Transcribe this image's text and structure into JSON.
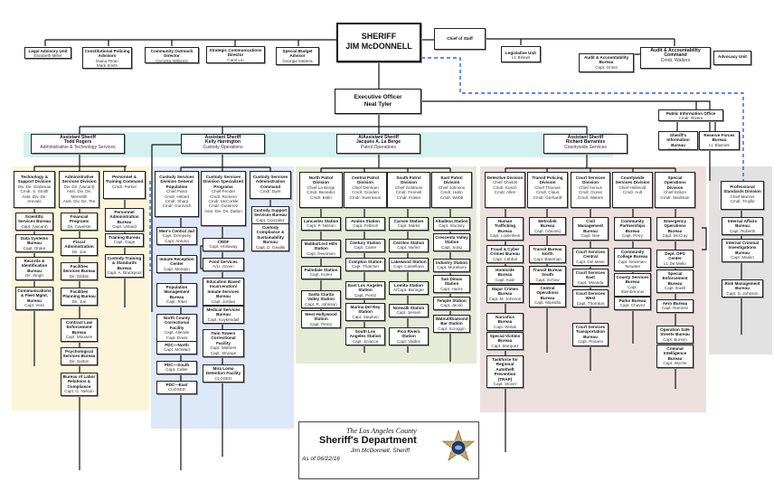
{
  "colors": {
    "admin_panel": "#fdf5d9",
    "custody_panel": "#dde8f8",
    "patrol_panel": "#e6ebd8",
    "countywide_panel": "#ece0de",
    "standards_panel": "#e2e2e2",
    "assistant_band": "#d4f1f0",
    "dotted_line": "#2563eb"
  },
  "sheriff": {
    "title": "SHERIFF",
    "name": "JIM McDONNELL"
  },
  "chief_of_staff": {
    "title": "Chief of Staff"
  },
  "advisors": [
    {
      "title": "Legal Advisory Unit",
      "people": [
        "Elizabeth Miller"
      ]
    },
    {
      "title": "Constitutional Policing Advisors",
      "people": [
        "Diana Teran",
        "Mark Smith"
      ]
    },
    {
      "title": "Community Outreach Director",
      "people": [
        "Gymeka Williams"
      ]
    },
    {
      "title": "Strategic Communications Director",
      "people": [
        "Carol Lin"
      ]
    },
    {
      "title": "Special Budget Advisor",
      "people": [
        "Georgia Mattera"
      ]
    }
  ],
  "staff_units": {
    "legislative": {
      "title": "Legislative Unit",
      "people": [
        "Lt. Bilowit"
      ]
    },
    "audit_bureau": {
      "title": "Audit & Accountability Bureau",
      "people": [
        "Capt. Gross"
      ]
    },
    "audit_command": {
      "title": "Audit & Accountability Command",
      "people": [
        "Cmdr. Walters"
      ]
    },
    "advocacy": {
      "title": "Advocacy Unit",
      "people": []
    }
  },
  "executive_officer": {
    "title": "Executive Officer",
    "name": "Neal Tyler"
  },
  "public_info": {
    "office": {
      "title": "Public Information Office",
      "people": [
        "Cmdr. Rivera"
      ]
    },
    "info_bureau": {
      "title": "Sheriff's Information Bureau",
      "people": [
        "Capt. Reed"
      ]
    },
    "reserve": {
      "title": "Reserve Forces Bureau",
      "people": [
        "Lt. Blasnek"
      ]
    }
  },
  "assistant_sheriffs": [
    {
      "title": "Assistant Sheriff",
      "name": "Todd Rogers",
      "area": "Administrative & Technology Services"
    },
    {
      "title": "Assistant Sheriff",
      "name": "Kelly Harrington",
      "area": "Custody Operations"
    },
    {
      "title": "A/Assistant Sheriff",
      "name": "Jacques A. La Berge",
      "area": "Patrol Operations"
    },
    {
      "title": "Assistant Sheriff",
      "name": "Richard Barrantes",
      "area": "Countywide Services"
    }
  ],
  "admin": {
    "columns": [
      {
        "head": {
          "title": "Technology & Support Division",
          "people": [
            "Div. Dir. Gialamas",
            "Cmdr. S. Smith",
            "Asst. Div. Dir. Arevalo"
          ]
        },
        "units": [
          {
            "title": "Scientific Services Bureau",
            "people": [
              "Capt. (Vacant)"
            ]
          },
          {
            "title": "Data Systems Bureau",
            "people": [
              "Capt. Drake"
            ]
          },
          {
            "title": "Records & Identification Bureau",
            "people": [
              "Dir. Singh"
            ]
          },
          {
            "title": "Communications & Fleet Mgmt. Bureau",
            "people": [
              "Capt. Vera"
            ]
          }
        ]
      },
      {
        "head": {
          "title": "Administrative Services Division",
          "people": [
            "Div. Dir. (Vacant)",
            "Asst. Div. Dir. Meredith",
            "Asst. Div. Dir. Tse"
          ]
        },
        "units": [
          {
            "title": "Financial Programs",
            "people": [
              "Dir. Cavelste"
            ]
          },
          {
            "title": "Fiscal Administration",
            "people": [
              "Dir. Joe"
            ]
          },
          {
            "title": "Facilities Services Bureau",
            "people": [
              "Dir. Dibble"
            ]
          },
          {
            "title": "Facilities Planning Bureau",
            "people": [
              "Dir. Jue"
            ]
          },
          {
            "title": "Contract Law Enforcement Bureau",
            "people": [
              "Capt. Mouwen"
            ]
          },
          {
            "title": "Psychological Services Bureau",
            "people": [
              "Dir. Sutton"
            ]
          },
          {
            "title": "Bureau of Labor Relations & Compliance",
            "people": [
              "Capt. G. Nelson"
            ]
          }
        ]
      },
      {
        "head": {
          "title": "Personnel & Training Command",
          "people": [
            "Cmdr. Parker"
          ]
        },
        "units": [
          {
            "title": "Personnel Administration Bureau",
            "people": [
              "Capt. Unland"
            ]
          },
          {
            "title": "Training Bureau",
            "people": [
              "Capt. Gage"
            ]
          },
          {
            "title": "Custody Training & Standards Bureau",
            "people": [
              "Capt. A. Brackpool"
            ]
          }
        ]
      }
    ]
  },
  "custody": {
    "columns": [
      {
        "head": {
          "title": "Custody Services Division General Population",
          "people": [
            "Chief Parra",
            "Cmdr. Hebert",
            "Cmdr. Sharp",
            "Cmdr. Gurovich"
          ]
        },
        "units": [
          {
            "title": "Men's Central Jail",
            "people": [
              "Capt. Dempsey",
              "Capt. Antuna"
            ]
          },
          {
            "title": "Inmate Reception Center",
            "people": [
              "Capt. Morejon"
            ]
          },
          {
            "title": "Population Management Bureau",
            "people": [
              "Capt. Toker"
            ]
          },
          {
            "title": "North County Correctional Facility",
            "people": [
              "Capt. Allende",
              "Capt. Davis"
            ]
          },
          {
            "title": "PDC—North",
            "people": [
              "Capt. McWaid"
            ]
          },
          {
            "title": "PDC—South",
            "people": [
              "Capt. Caller"
            ]
          },
          {
            "title": "PDC—East",
            "people": [
              "CLOSED"
            ]
          }
        ]
      },
      {
        "head": {
          "title": "Custody Services Division Specialized Programs",
          "people": [
            "Chief Fender",
            "Cmdr. Romero",
            "Cmdr. McCorkle",
            "Cmdr. Gutierrez",
            "Asst. Div. Dir. Dalton"
          ]
        },
        "units": [
          {
            "title": "CRDF",
            "people": [
              "Capt. Holloway"
            ]
          },
          {
            "title": "Food Services",
            "people": [
              "A/Lt. Green"
            ]
          },
          {
            "title": "Education Based Incarceration/ Inmate Services Bureau",
            "people": [
              "Capt. Jordan"
            ]
          },
          {
            "title": "Medical Services Bureau",
            "people": [
              "Capt. Kuykendall"
            ]
          },
          {
            "title": "Twin Towers Correctional Facility",
            "people": [
              "Capt. Mathers",
              "Capt. Strange"
            ]
          },
          {
            "title": "Mira Loma Detention Facility",
            "people": [
              "CLOSED"
            ]
          }
        ]
      },
      {
        "head": {
          "title": "Custody Services Administration Command",
          "people": [
            "Cmdr. Dyer"
          ]
        },
        "units": [
          {
            "title": "Custody Support Services Bureau",
            "people": [
              "Capt. Gonzalez"
            ]
          },
          {
            "title": "Custody Compliance & Sustainability Bureau",
            "people": [
              "Capt. D. Geallis"
            ]
          }
        ]
      }
    ]
  },
  "patrol": {
    "columns": [
      {
        "head": {
          "title": "North Patrol Division",
          "people": [
            "Chief La Berge",
            "Cmdr. Benedict",
            "Cmdr. Bolin"
          ]
        },
        "units": [
          {
            "title": "Lancaster Station",
            "people": [
              "Capt. P. Nelson"
            ]
          },
          {
            "title": "Malibu/Lost Hills Station",
            "people": [
              "Capt. Devorsen"
            ]
          },
          {
            "title": "Palmdale Station",
            "people": [
              "Capt. Kneer"
            ]
          },
          {
            "title": "Santa Clarita Valley Station",
            "people": [
              "Capt. R. Johnson"
            ]
          },
          {
            "title": "West Hollywood Station",
            "people": [
              "Capt. Perez"
            ]
          }
        ]
      },
      {
        "head": {
          "title": "Central Patrol Division",
          "people": [
            "Chief Denham",
            "Cmdr. Gooden",
            "Cmdr. Swensson"
          ]
        },
        "units": [
          {
            "title": "Avalon Station",
            "people": [
              "Capt. Felbroll"
            ]
          },
          {
            "title": "Century Station",
            "people": [
              "Capt. Carter"
            ]
          },
          {
            "title": "Compton Station",
            "people": [
              "Capt. Thatcher"
            ]
          },
          {
            "title": "East Los Angeles Station",
            "people": [
              "Capt. Perez"
            ]
          },
          {
            "title": "Marina Del Rey Station",
            "people": [
              "Capt. Stephen"
            ]
          },
          {
            "title": "South Los Angeles Station",
            "people": [
              "Capt. Sciacca"
            ]
          }
        ]
      },
      {
        "head": {
          "title": "South Patrol Division",
          "people": [
            "Chief Goldman",
            "Cmdr. Fennell",
            "Cmdr. Fraser"
          ]
        },
        "units": [
          {
            "title": "Carson Station",
            "people": [
              "Capt. Marks"
            ]
          },
          {
            "title": "Cerritos Station",
            "people": [
              "Capt. Nuñez"
            ]
          },
          {
            "title": "Lakewood Station",
            "people": [
              "Capt. Castellano"
            ]
          },
          {
            "title": "Lomita Station",
            "people": [
              "A/Capt. Beringer"
            ]
          },
          {
            "title": "Norwalk Station",
            "people": [
              "Capt. Jensen"
            ]
          },
          {
            "title": "Pico Rivera Station",
            "people": [
              "Capt. Valdez"
            ]
          }
        ]
      },
      {
        "head": {
          "title": "East Patrol Division",
          "people": [
            "Chief Johnson",
            "Cmdr. Hahn",
            "Cmdr. Webb"
          ]
        },
        "units": [
          {
            "title": "Altadena Station",
            "people": [
              "Capt. Stuckey"
            ]
          },
          {
            "title": "Crescenta Valley Station",
            "people": [
              "Capt. Song"
            ]
          },
          {
            "title": "Industry Station",
            "people": [
              "Capt. Murakami"
            ]
          },
          {
            "title": "San Dimas Station",
            "people": [
              "Capt. Harris"
            ]
          },
          {
            "title": "Temple Station",
            "people": [
              "Capt. Jacob"
            ]
          },
          {
            "title": "Walnut/Diamond Bar Station",
            "people": [
              "Capt. Scroggin"
            ]
          }
        ]
      }
    ]
  },
  "countywide": {
    "columns": [
      {
        "head": {
          "title": "Detective Division",
          "people": [
            "Chief Shields",
            "Cmdr. Kusch",
            "Cmdr. Allen"
          ]
        },
        "units": [
          {
            "title": "Human Trafficking Bureau",
            "people": [
              "Capt. Lodenhein"
            ]
          },
          {
            "title": "Fraud & Cyber Crimes Bureau",
            "people": [
              "Capt. Cahhal"
            ]
          },
          {
            "title": "Homicide Bureau",
            "people": [
              "Capt. Katz"
            ]
          },
          {
            "title": "Major Crimes Bureau",
            "people": [
              "Capt. M. Johnson"
            ]
          },
          {
            "title": "Narcotics Bureau",
            "people": [
              "Capt. Wolak"
            ]
          },
          {
            "title": "Special Victims Bureau",
            "people": [
              "Capt. Marquez"
            ]
          },
          {
            "title": "Taskforce for Regional Autotheft Prevention (TRAP)",
            "people": [
              "Capt. Stover"
            ]
          }
        ]
      },
      {
        "head": {
          "title": "Transit Policing Division",
          "people": [
            "Chief Thomas",
            "Cmdr. Claus",
            "Cmdr. Gerhardt"
          ]
        },
        "units": [
          {
            "title": "Metrolink Bureau",
            "people": [
              "Capt. (Vacant)"
            ]
          },
          {
            "title": "Transit Bureau North",
            "people": [
              "Capt. Bateman"
            ]
          },
          {
            "title": "Transit Bureau South",
            "people": [
              "Capt. Schow"
            ]
          },
          {
            "title": "Central Operations Bureau",
            "people": [
              "Capt. Mansilla"
            ]
          }
        ]
      },
      {
        "head": {
          "title": "Court Services Division",
          "people": [
            "Chief Asmus",
            "Cmdr. Goran",
            "Cmdr. Waters"
          ]
        },
        "units": [
          {
            "title": "Civil Management Bureau",
            "people": [
              "Capt. Nee"
            ]
          },
          {
            "title": "Court Services Central",
            "people": [
              "Capt. Del Mese"
            ]
          },
          {
            "title": "Court Services East",
            "people": [
              "Capt. Miranda"
            ]
          },
          {
            "title": "Court Services West",
            "people": [
              "Capt. Thornton"
            ]
          },
          {
            "title": "Court Services Transportation Bureau",
            "people": [
              "Capt. Rosario"
            ]
          }
        ]
      },
      {
        "head": {
          "title": "Countywide Services Division",
          "people": [
            "Chief Hellmold",
            "Cmdr. Ault"
          ]
        },
        "units": [
          {
            "title": "Community Partnerships Bureau",
            "people": [
              "Capt. Perry"
            ]
          },
          {
            "title": "Community College Bureau",
            "people": [
              "Capt. Newman-Tarwater"
            ]
          },
          {
            "title": "County Services Bureau",
            "people": [
              "Capt. Steinbrenner"
            ]
          },
          {
            "title": "Parks Bureau",
            "people": [
              "Capt. Chavez"
            ]
          }
        ]
      },
      {
        "head": {
          "title": "Special Operations Division",
          "people": [
            "Chief Edson",
            "Cmdr. Stedman"
          ]
        },
        "units": [
          {
            "title": "Emergency Operations Bureau",
            "people": [
              "Capt. McCray"
            ]
          },
          {
            "title": "Dept. OPS Center",
            "people": [
              "Lt. De Mello"
            ]
          },
          {
            "title": "Special Enforcement Bureau",
            "people": [
              "Capt. Ewell"
            ]
          },
          {
            "title": "Aero Bureau",
            "people": [
              "Capt. Ramirez"
            ]
          },
          {
            "title": "Operation Safe Streets Bureau",
            "people": [
              "Capt. Burson"
            ]
          },
          {
            "title": "Criminal Intelligence Bureau",
            "people": [
              "Capt. Wyche"
            ]
          }
        ]
      }
    ]
  },
  "standards": {
    "head": {
      "title": "Professional Standards Division",
      "people": [
        "Chief Mannis",
        "Cmdr. Trujillo"
      ]
    },
    "units": [
      {
        "title": "Internal Affairs Bureau",
        "people": [
          "Capt. Roberts"
        ]
      },
      {
        "title": "Internal Criminal Investigations Bureau",
        "people": [
          "Capt. Maulin"
        ]
      },
      {
        "title": "Risk Management Bureau",
        "people": [
          "Capt. S. Johnson"
        ]
      }
    ]
  },
  "legend": {
    "line1": "The Los Angeles County",
    "line2": "Sheriff's Department",
    "line3": "Jim McDonnell, Sheriff",
    "date": "As of 06/22/16",
    "badge_icon": "sheriff-star-badge"
  }
}
